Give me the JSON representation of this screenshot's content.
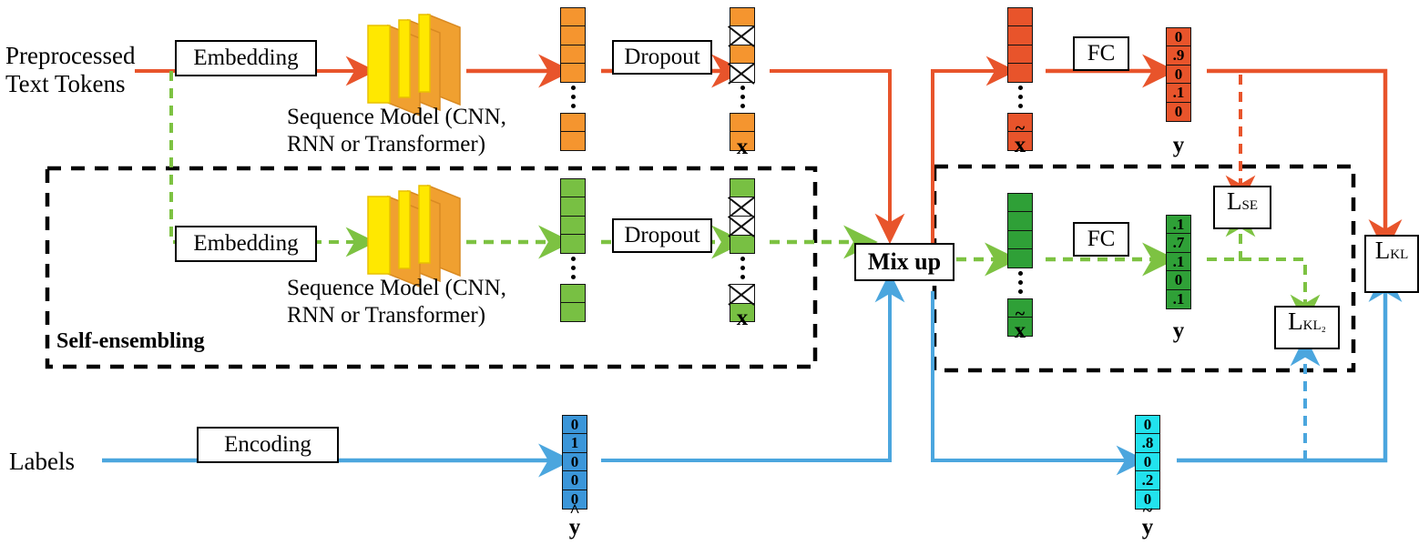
{
  "figure": {
    "type": "pipeline-diagram",
    "title": "Text classification with self-ensembling and mixup"
  },
  "inputs": {
    "text_tokens": "Preprocessed\nText Tokens",
    "text_tokens_line1": "Preprocessed",
    "text_tokens_line2": "Text Tokens",
    "labels": "Labels"
  },
  "blocks": {
    "embedding": "Embedding",
    "dropout": "Dropout",
    "fc": "FC",
    "mixup": "Mix up",
    "encoding": "Encoding"
  },
  "captions": {
    "sequence_model_line1": "Sequence Model (CNN,",
    "sequence_model_line2": "RNN or Transformer)",
    "self_ensembling": "Self-ensembling"
  },
  "vector_labels": {
    "x": "x",
    "x_tilde": "x",
    "y": "y",
    "y_hat": "y",
    "y_tilde": "y"
  },
  "losses": {
    "se": {
      "base": "L",
      "sub": "SE"
    },
    "kl2": {
      "base": "L",
      "sub": "KL₂"
    },
    "kl": {
      "base": "L",
      "sub": "KL"
    }
  },
  "vectors": {
    "orange_hidden": {
      "color": "#F5952F",
      "cells_top": [
        "",
        "",
        "",
        ""
      ],
      "cells_bottom": [
        "",
        ""
      ]
    },
    "orange_dropout": {
      "color": "#F5952F",
      "cells_top": [
        "fill",
        "drop",
        "fill",
        "drop"
      ],
      "cells_bottom": [
        "fill",
        "fill"
      ]
    },
    "orange_mixed": {
      "color": "#E8542B",
      "cells_top": [
        "",
        "",
        "",
        ""
      ],
      "cells_bottom": [
        "",
        ""
      ]
    },
    "orange_y": {
      "color": "#E8542B",
      "values": [
        "0",
        ".9",
        "0",
        ".1",
        "0"
      ]
    },
    "green_hidden": {
      "color": "#78C043",
      "cells_top": [
        "",
        "",
        "",
        ""
      ],
      "cells_bottom": [
        "",
        ""
      ]
    },
    "green_dropout": {
      "color": "#78C043",
      "cells_top": [
        "fill",
        "drop",
        "drop",
        "fill"
      ],
      "cells_bottom": [
        "drop",
        "fill"
      ]
    },
    "green_mixed": {
      "color": "#2FA037",
      "cells_top": [
        "",
        "",
        "",
        ""
      ],
      "cells_bottom": [
        "",
        ""
      ]
    },
    "green_y": {
      "color": "#2FA037",
      "values": [
        ".1",
        ".7",
        ".1",
        "0",
        ".1"
      ]
    },
    "blue_y_hat": {
      "color": "#3B96D9",
      "values": [
        "0",
        "1",
        "0",
        "0",
        "0"
      ]
    },
    "cyan_y_tilde": {
      "color": "#22E2EE",
      "values": [
        "0",
        ".8",
        "0",
        ".2",
        "0"
      ]
    }
  },
  "colors": {
    "orange_flow": "#E8542B",
    "green_flow": "#7DC242",
    "blue_flow": "#4BA6DE",
    "cyan": "#22E2EE",
    "model_yellow": "#FFE800",
    "model_orange": "#F0A030",
    "dashed_box": "#000000"
  }
}
